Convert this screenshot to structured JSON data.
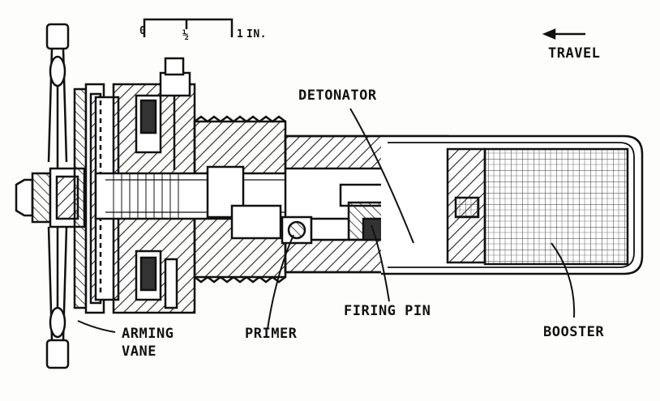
{
  "scale": {
    "ticks": [
      "0",
      "½",
      "1"
    ],
    "unit": "IN."
  },
  "labels": {
    "travel": "TRAVEL",
    "detonator": "DETONATOR",
    "arming_vane_line1": "ARMING",
    "arming_vane_line2": "VANE",
    "primer": "PRIMER",
    "firing_pin": "FIRING PIN",
    "booster": "BOOSTER"
  }
}
